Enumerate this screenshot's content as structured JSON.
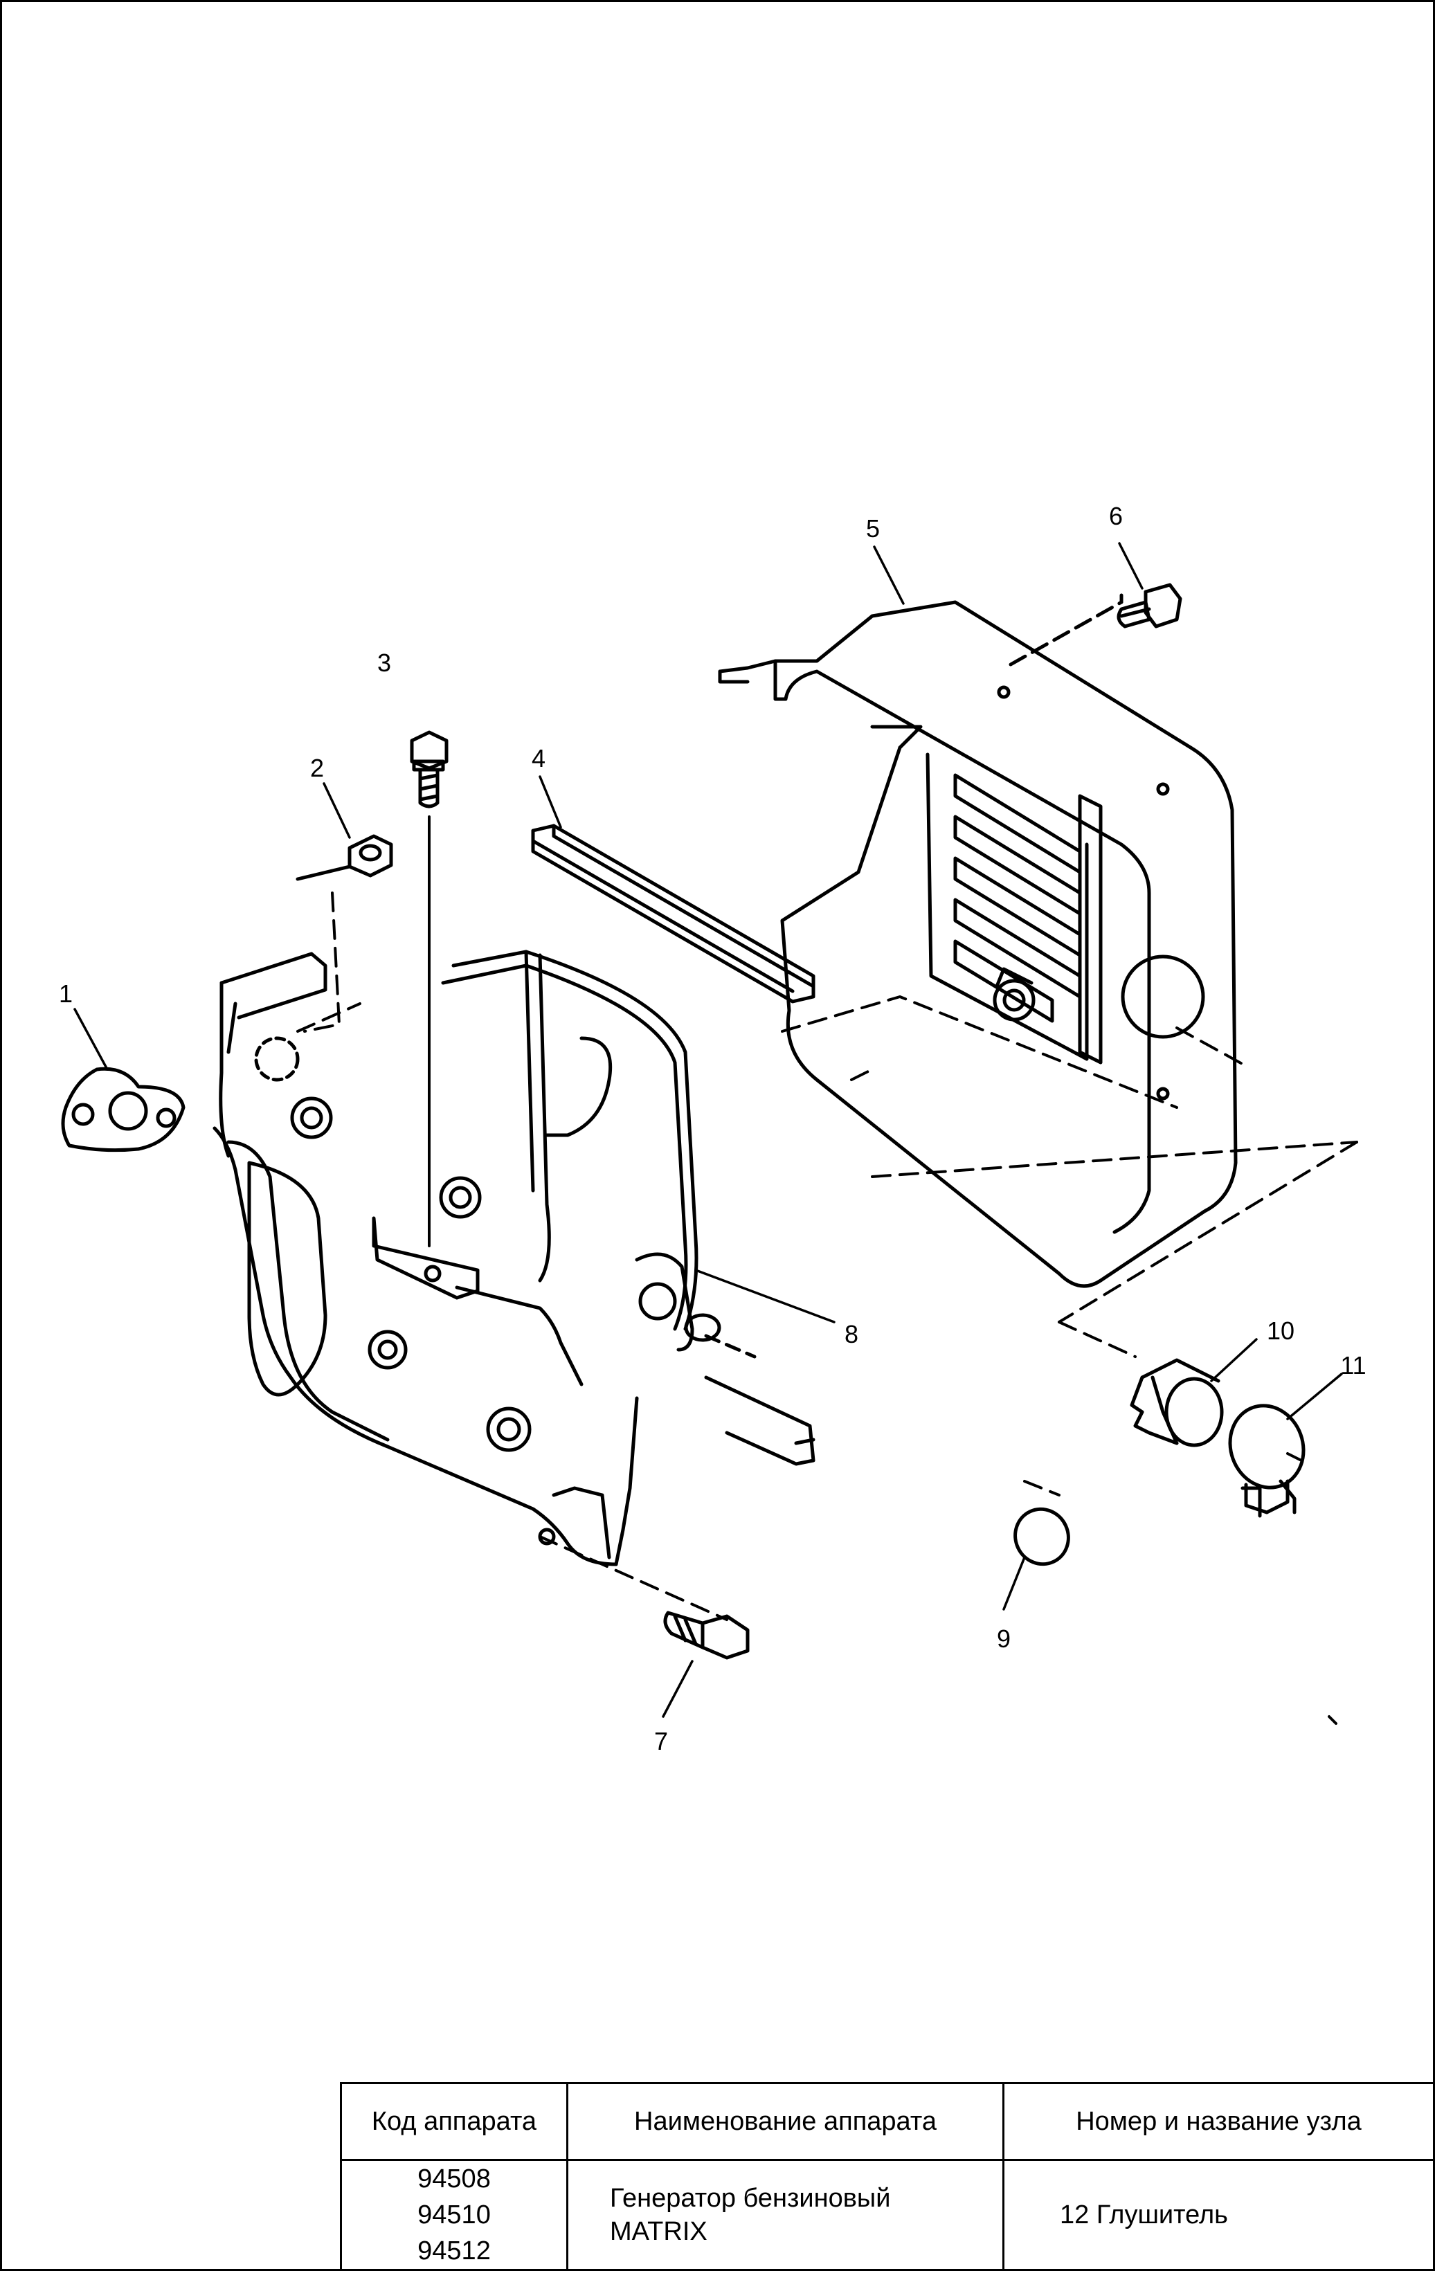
{
  "callouts": [
    "1",
    "2",
    "3",
    "4",
    "5",
    "6",
    "7",
    "8",
    "9",
    "10",
    "11"
  ],
  "title_block": {
    "headers": {
      "code": "Код аппарата",
      "name": "Наименование аппарата",
      "node": "Номер и название узла"
    },
    "codes": [
      "94508",
      "94510",
      "94512"
    ],
    "name_line1": "Генератор бензиновый",
    "name_line2": "MATRIX",
    "node": "12 Глушитель"
  }
}
